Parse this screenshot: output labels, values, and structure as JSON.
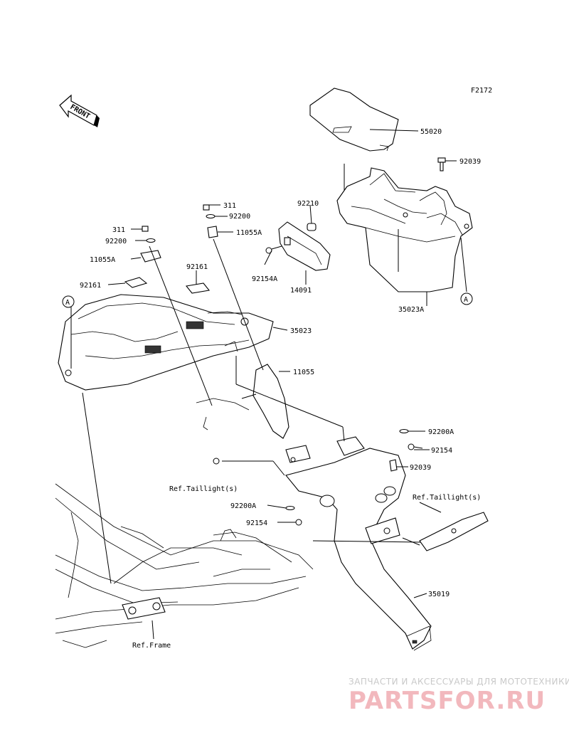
{
  "diagram": {
    "figure_code": "F2172",
    "front_arrow_text": "FRONT",
    "callout_marker": "A",
    "part_labels": [
      "55020",
      "92039",
      "92210",
      "311",
      "92200",
      "11055A",
      "14091",
      "92154A",
      "35023A",
      "311",
      "92200",
      "11055A",
      "92161",
      "92161",
      "35023",
      "11055",
      "92200A",
      "92154",
      "92039",
      "92200A",
      "92154",
      "35019"
    ],
    "reference_labels": [
      "Ref.Taillight(s)",
      "Ref.Taillight(s)",
      "Ref.Frame"
    ]
  },
  "watermark": {
    "tagline": "ЗАПЧАСТИ И АКСЕССУАРЫ ДЛЯ МОТОТЕХНИКИ",
    "brand": "PARTSFOR.RU"
  },
  "colors": {
    "background": "#ffffff",
    "line": "#000000",
    "watermark_brand": "#f2b8bd",
    "watermark_tagline": "#c9c9c9"
  }
}
